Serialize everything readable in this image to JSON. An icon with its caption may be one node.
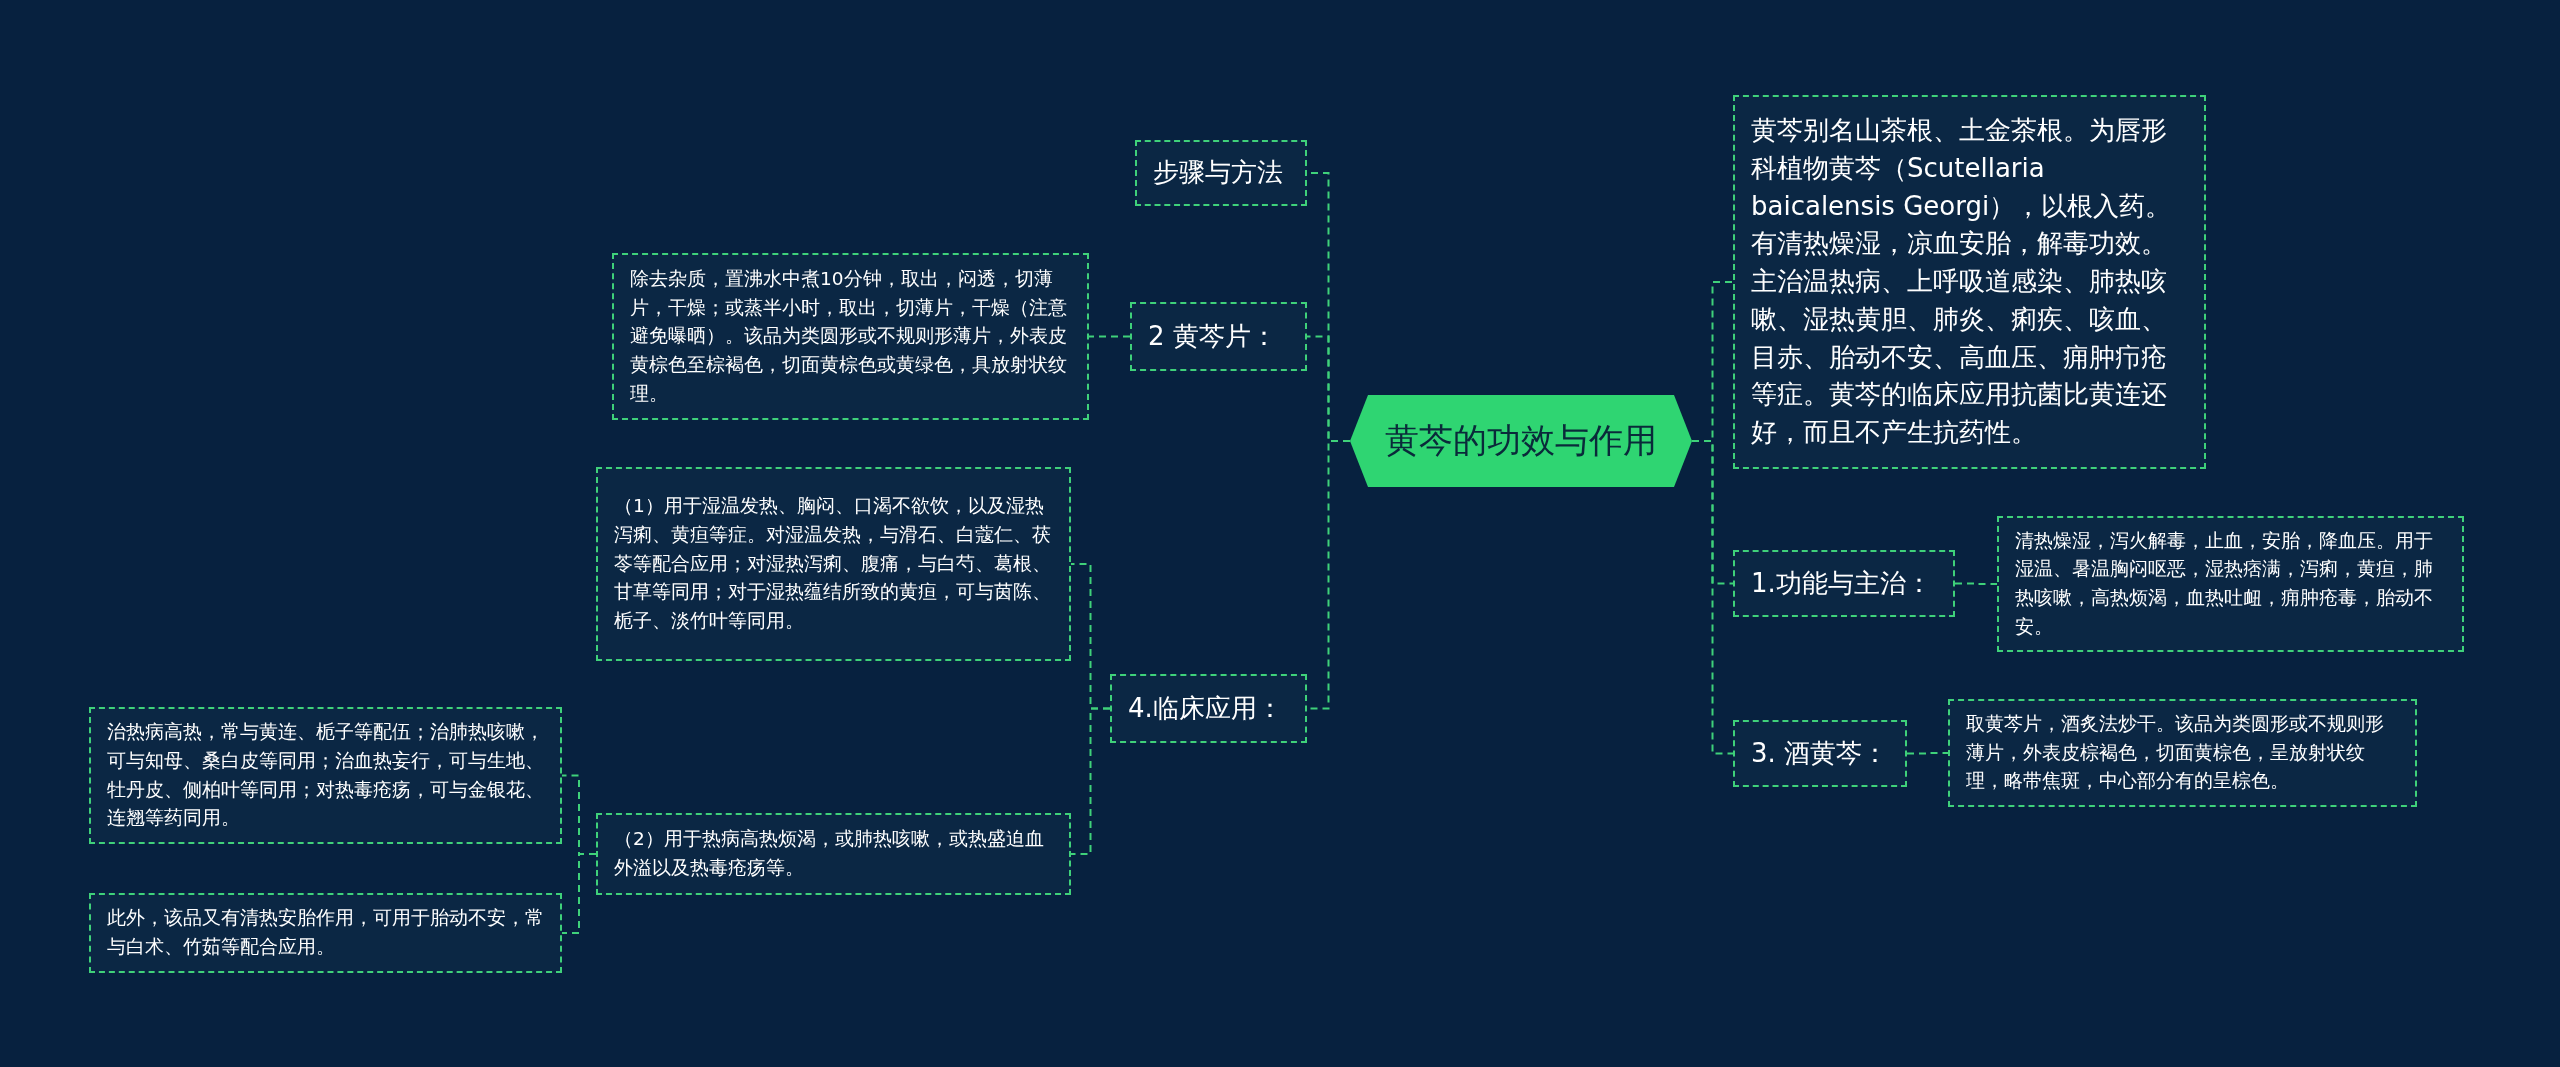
{
  "diagram": {
    "nodes": [
      {
        "text": [
          "黄芩的功效与作用"
        ]
      },
      {
        "text": [
          "步骤与方法"
        ]
      },
      {
        "text": [
          "2 黄芩片："
        ]
      },
      {
        "text": [
          "除去杂质，置沸水中煮10分钟，取出，闷透，切薄片，干燥；或蒸半小时，取出，切薄片，干燥（注意避免曝晒）。该品为类圆形或不规则形薄片，外表皮黄棕色至棕褐色，切面黄棕色或黄绿色，具放射状纹理。"
        ]
      },
      {
        "text": [
          "4.临床应用："
        ]
      },
      {
        "text": [
          "（1）用于湿温发热、胸闷、口渴不欲饮，以及湿热泻痢、黄疸等症。对湿温发热，与滑石、白蔻仁、茯苓等配合应用；对湿热泻痢、腹痛，与白芍、葛根、甘草等同用；对于湿热蕴结所致的黄疸，可与茵陈、栀子、淡竹叶等同用。"
        ]
      },
      {
        "text": [
          "（2）用于热病高热烦渴，或肺热咳嗽，或热盛迫血外溢以及热毒疮疡等。"
        ]
      },
      {
        "text": [
          "治热病高热，常与黄连、栀子等配伍；治肺热咳嗽，可与知母、桑白皮等同用；治血热妄行，可与生地、牡丹皮、侧柏叶等同用；对热毒疮疡，可与金银花、连翘等药同用。"
        ]
      },
      {
        "text": [
          "此外，该品又有清热安胎作用，可用于胎动不安，常与白术、竹茹等配合应用。"
        ]
      },
      {
        "text": [
          "黄芩别名山茶根、土金茶根。为唇形科植物黄芩（Scutellaria baicalensis Georgi），以根入药。有清热燥湿，凉血安胎，解毒功效。主治温热病、上呼吸道感染、肺热咳嗽、湿热黄胆、肺炎、痢疾、咳血、目赤、胎动不安、高血压、痈肿疖疮等症。黄芩的临床应用抗菌比黄连还好，而且不产生抗药性。"
        ]
      },
      {
        "text": [
          "1.功能与主治："
        ]
      },
      {
        "text": [
          "清热燥湿，泻火解毒，止血，安胎，降血压。用于湿温、暑温胸闷呕恶，湿热痞满，泻痢，黄疸，肺热咳嗽，高热烦渴，血热吐衄，痈肿疮毒，胎动不安。"
        ]
      },
      {
        "text": [
          "3. 酒黄芩："
        ]
      },
      {
        "text": [
          "取黄芩片，酒炙法炒干。该品为类圆形或不规则形薄片，外表皮棕褐色，切面黄棕色，呈放射状纹理，略带焦斑，中心部分有的呈棕色。"
        ]
      }
    ],
    "edges": [
      {
        "from": 0,
        "to": 1,
        "arrow": "none"
      },
      {
        "from": 0,
        "to": 2,
        "arrow": "none"
      },
      {
        "from": 2,
        "to": 3,
        "arrow": "none"
      },
      {
        "from": 0,
        "to": 4,
        "arrow": "none"
      },
      {
        "from": 4,
        "to": 5,
        "arrow": "none"
      },
      {
        "from": 4,
        "to": 6,
        "arrow": "none"
      },
      {
        "from": 6,
        "to": 7,
        "arrow": "none"
      },
      {
        "from": 6,
        "to": 8,
        "arrow": "none"
      },
      {
        "from": 0,
        "to": 9,
        "arrow": "none"
      },
      {
        "from": 0,
        "to": 10,
        "arrow": "none"
      },
      {
        "from": 10,
        "to": 11,
        "arrow": "none"
      },
      {
        "from": 0,
        "to": 12,
        "arrow": "none"
      },
      {
        "from": 12,
        "to": 13,
        "arrow": "none"
      }
    ]
  }
}
